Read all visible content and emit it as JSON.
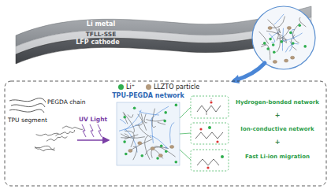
{
  "diagram": {
    "nodes": [
      {
        "text": [
          "Li metal"
        ]
      },
      {
        "text": [
          "TFLL-SSE"
        ]
      },
      {
        "text": [
          "LFP cathode"
        ]
      },
      {
        "text": [
          "TPU-PEGDA network"
        ]
      }
    ],
    "labels": [
      "PEGDA chain",
      "TPU segment",
      "UV Light",
      "Hydrogen-bonded network",
      "+",
      "Ion-conductive network",
      "+",
      "Fast Li-ion migration"
    ],
    "legend": [
      {
        "text": "Li⁺",
        "color": "#2fae4e"
      },
      {
        "text": "LLZTO particle",
        "color": "#b49a7c"
      }
    ]
  }
}
